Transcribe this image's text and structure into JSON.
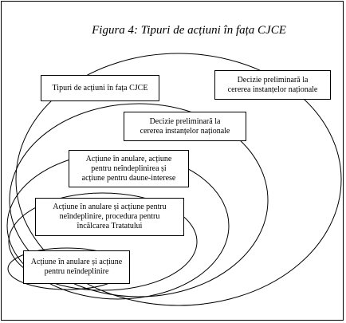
{
  "figure": {
    "title": "Figura 4: Tipuri de acțiuni în fața CJCE"
  },
  "boxes": [
    {
      "id": "tipuri",
      "lines": [
        "Tipuri de acțiuni în fața CJCE"
      ]
    },
    {
      "id": "decizie-1",
      "lines": [
        "Decizie preliminară la",
        "cererea instanțelor naționale"
      ]
    },
    {
      "id": "decizie-2",
      "lines": [
        "Decizie preliminară la",
        "cererea instanțelor naționale"
      ]
    },
    {
      "id": "anulare-daune",
      "lines": [
        "Acțiune în anulare, acțiune",
        "pentru neîndeplinirea și",
        "acțiune pentru daune-interese"
      ]
    },
    {
      "id": "anulare-tratat",
      "lines": [
        "Acțiune în anulare și acțiune pentru",
        "neîndeplinire, procedura pentru",
        "încălcarea Tratatului"
      ]
    },
    {
      "id": "anulare-neindeplinire",
      "lines": [
        "Acțiune în anulare și acțiune",
        "pentru neîndeplinire"
      ]
    }
  ]
}
